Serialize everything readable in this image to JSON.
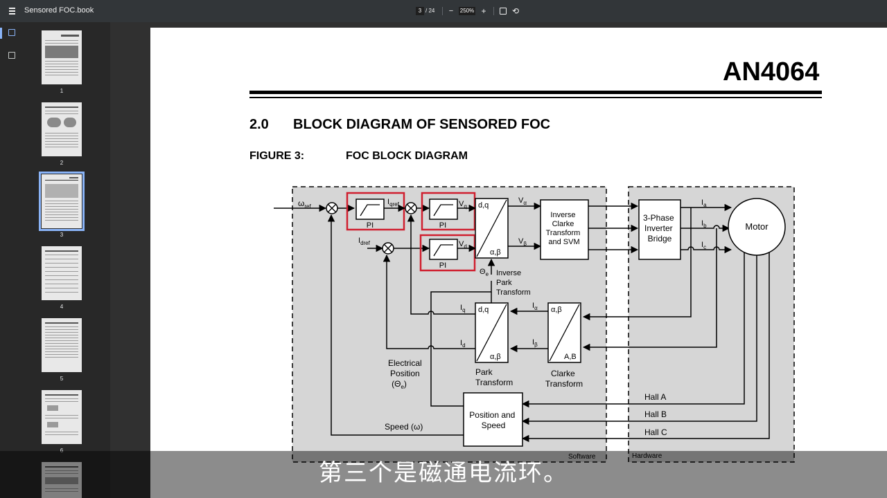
{
  "toolbar": {
    "title": "Sensored FOC.book",
    "page_current": "3",
    "page_total": "/ 24",
    "zoom": "250%",
    "zoom_out": "−",
    "zoom_in": "+",
    "rotate": "⟲"
  },
  "thumbnails": [
    {
      "label": "1"
    },
    {
      "label": "2"
    },
    {
      "label": "3"
    },
    {
      "label": "4"
    },
    {
      "label": "5"
    },
    {
      "label": "6"
    },
    {
      "label": ""
    }
  ],
  "document": {
    "doc_number": "AN4064",
    "section_number": "2.0",
    "section_title": "BLOCK DIAGRAM OF SENSORED FOC",
    "figure_number": "FIGURE 3:",
    "figure_title": "FOC BLOCK DIAGRAM"
  },
  "diagram": {
    "omega_ref": "ω",
    "omega_ref_sub": "ref",
    "iqref": "I",
    "iqref_sub": "qref",
    "idref": "I",
    "idref_sub": "dref",
    "pi": "PI",
    "vq": "V",
    "vq_sub": "q",
    "vd": "V",
    "vd_sub": "d",
    "dq": "d,q",
    "ab": "α,β",
    "valpha": "V",
    "valpha_sub": "α",
    "vbeta": "V",
    "vbeta_sub": "β",
    "theta_e": "Θ",
    "theta_e_sub": "e",
    "inv_park": [
      "Inverse",
      "Park",
      "Transform"
    ],
    "inv_clarke": [
      "Inverse",
      "Clarke",
      "Transform",
      "and SVM"
    ],
    "inverter": [
      "3-Phase",
      "Inverter",
      "Bridge"
    ],
    "ia": "I",
    "ia_sub": "a",
    "ib": "I",
    "ib_sub": "b",
    "ic": "I",
    "ic_sub": "c",
    "motor": "Motor",
    "iq": "I",
    "iq_sub": "q",
    "id": "I",
    "id_sub": "d",
    "ialpha": "I",
    "ialpha_sub": "α",
    "ibeta": "I",
    "ibeta_sub": "β",
    "AB": "A,B",
    "park": [
      "Park",
      "Transform"
    ],
    "clarke": [
      "Clarke",
      "Transform"
    ],
    "elec_pos": [
      "Electrical",
      "Position",
      "(Θ"
    ],
    "elec_pos_sub": "e",
    "elec_pos_close": ")",
    "hall_a": "Hall A",
    "hall_b": "Hall B",
    "hall_c": "Hall C",
    "pos_speed": [
      "Position and",
      "Speed"
    ],
    "speed": "Speed (ω)",
    "software": "Software",
    "hardware": "Hardware"
  },
  "subtitle": "第三个是磁通电流环。",
  "colors": {
    "highlight": "#d01f2f",
    "diagram_bg": "#d6d6d6",
    "accent": "#8ab4f8"
  }
}
